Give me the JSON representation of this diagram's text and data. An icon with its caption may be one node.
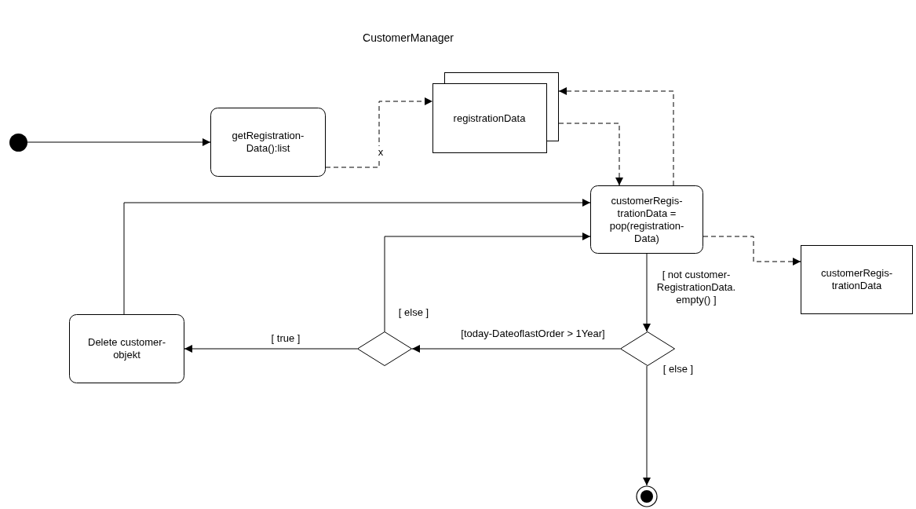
{
  "diagram": {
    "title": "CustomerManager",
    "nodes": [
      {
        "text": [],
        "shape": "circle"
      },
      {
        "text": [
          "getRegistration-Data():list"
        ]
      },
      {
        "text": [
          "registrationData"
        ]
      },
      {
        "text": [
          "customerRegis-trationData = pop(registration-Data)"
        ]
      },
      {
        "text": [
          "customerRegis-trationData"
        ]
      },
      {
        "text": [
          "Delete customer-objekt"
        ]
      },
      {
        "text": [],
        "shape": "diamond"
      },
      {
        "text": [],
        "shape": "diamond"
      },
      {
        "text": [],
        "shape": "circle"
      }
    ],
    "edges": [
      {
        "from": 0,
        "to": 1,
        "arrow": "to"
      },
      {
        "from": 1,
        "to": 2,
        "arrow": "to",
        "label": "x",
        "style": "dashed"
      },
      {
        "from": 2,
        "to": 3,
        "arrow": "to",
        "style": "dashed"
      },
      {
        "from": 3,
        "to": 2,
        "arrow": "to",
        "style": "dashed"
      },
      {
        "from": 3,
        "to": 4,
        "arrow": "to",
        "style": "dashed"
      },
      {
        "from": 3,
        "to": 7,
        "arrow": "to",
        "label": "[ not customer-RegistrationData. empty() ]"
      },
      {
        "from": 7,
        "to": 6,
        "arrow": "to",
        "label": "[today-DateoflastOrder > 1Year]"
      },
      {
        "from": 6,
        "to": 5,
        "arrow": "to",
        "label": "[ true ]"
      },
      {
        "from": 6,
        "to": 3,
        "arrow": "to",
        "label": "[ else ]"
      },
      {
        "from": 5,
        "to": 3,
        "arrow": "to"
      },
      {
        "from": 7,
        "to": 8,
        "arrow": "to",
        "label": "[ else ]"
      }
    ]
  }
}
